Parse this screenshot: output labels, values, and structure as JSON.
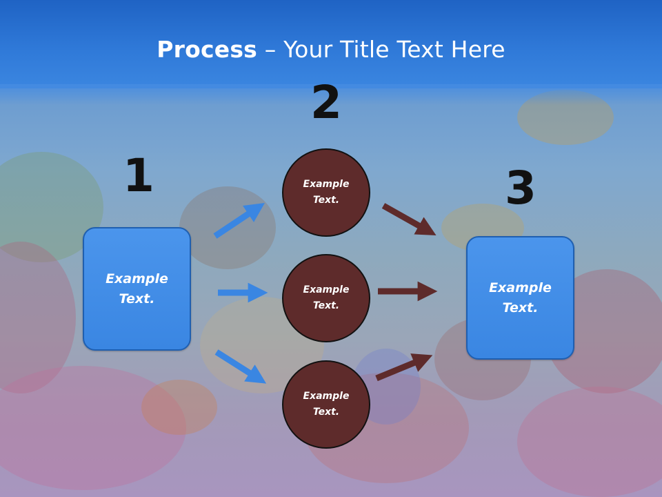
{
  "slide": {
    "title_bold": "Process",
    "title_rest": " – Your Title Text Here"
  },
  "steps": {
    "one": {
      "number": "1",
      "text_line1": "Example",
      "text_line2": "Text."
    },
    "two": {
      "number": "2"
    },
    "three": {
      "number": "3",
      "text_line1": "Example",
      "text_line2": "Text."
    }
  },
  "circles": [
    {
      "text_line1": "Example",
      "text_line2": "Text."
    },
    {
      "text_line1": "Example",
      "text_line2": "Text."
    },
    {
      "text_line1": "Example",
      "text_line2": "Text."
    }
  ],
  "colors": {
    "box_fill": "#3a86e2",
    "circle_fill": "#5e2b2b",
    "blue_arrow": "#3a86e2",
    "brown_arrow": "#5e2b2b",
    "title_bar": "#2f79d8"
  }
}
